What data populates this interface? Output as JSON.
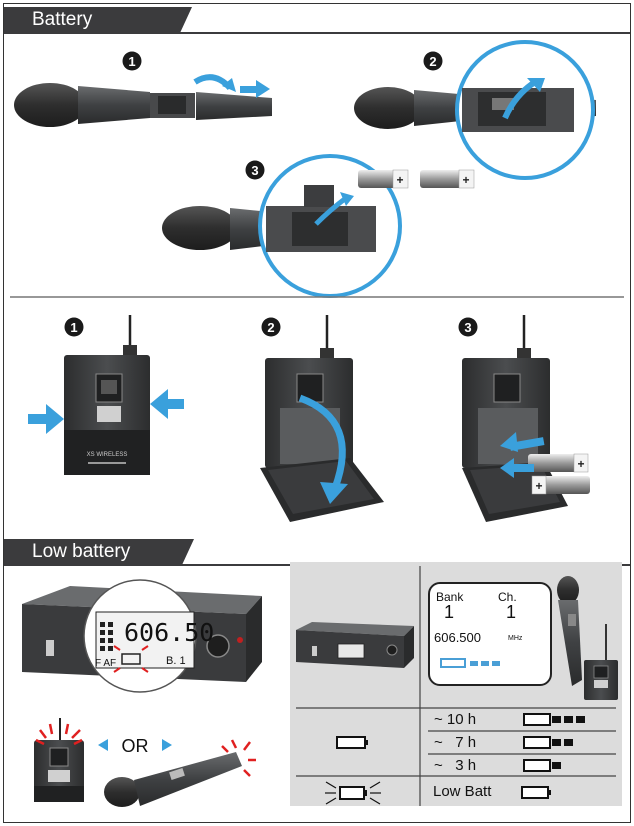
{
  "sections": {
    "battery": {
      "title": "Battery"
    },
    "low_battery": {
      "title": "Low battery"
    }
  },
  "steps": {
    "handheld": [
      "1",
      "2",
      "3"
    ],
    "bodypack": [
      "1",
      "2",
      "3"
    ]
  },
  "battery_polarity": "+",
  "receiver_display": {
    "frequency": "606.50",
    "af_label": "F AF",
    "bank_label": "B. 1"
  },
  "bodypack_label": "XS WIRELESS",
  "or_label": "OR",
  "lcd": {
    "bank_label": "Bank",
    "bank_value": "1",
    "channel_label": "Ch.",
    "channel_value": "1",
    "frequency": "606.500",
    "unit": "MHz"
  },
  "battery_table": {
    "rows": [
      {
        "time": "~ 10 h",
        "bars": 3
      },
      {
        "time": "~   7 h",
        "bars": 2
      },
      {
        "time": "~   3 h",
        "bars": 1
      }
    ],
    "low_batt_label": "Low Batt"
  },
  "colors": {
    "header": "#3b3b3d",
    "arrow_blue": "#3aa0dc",
    "flash_red": "#e02020",
    "device_body": "#454749",
    "panel_bg": "#dcdcdc"
  }
}
